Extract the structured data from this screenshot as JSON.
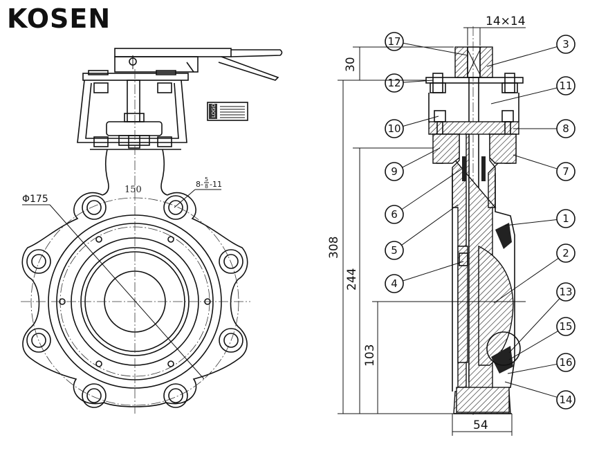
{
  "brand": {
    "logo_text": "KOSEN"
  },
  "front_view": {
    "dimensions": {
      "bolt_circle_diameter": "Φ175",
      "bolt_spec": "8-5/8-11",
      "bolt_spec_lead": "8-",
      "bolt_spec_num": "5",
      "bolt_spec_den": "8",
      "bolt_spec_tail": "-11",
      "center_width": "150"
    },
    "nameplate": {
      "logo_text": "LOGO"
    }
  },
  "section_view": {
    "dimensions": {
      "stem_square": "14×14",
      "top_height": "30",
      "overall_height": "308",
      "height_to_flange": "244",
      "height_to_center": "103",
      "face_to_face": "54"
    },
    "part_callouts": [
      "17",
      "3",
      "12",
      "11",
      "10",
      "8",
      "9",
      "7",
      "6",
      "5",
      "1",
      "2",
      "4",
      "13",
      "15",
      "16",
      "14"
    ]
  }
}
